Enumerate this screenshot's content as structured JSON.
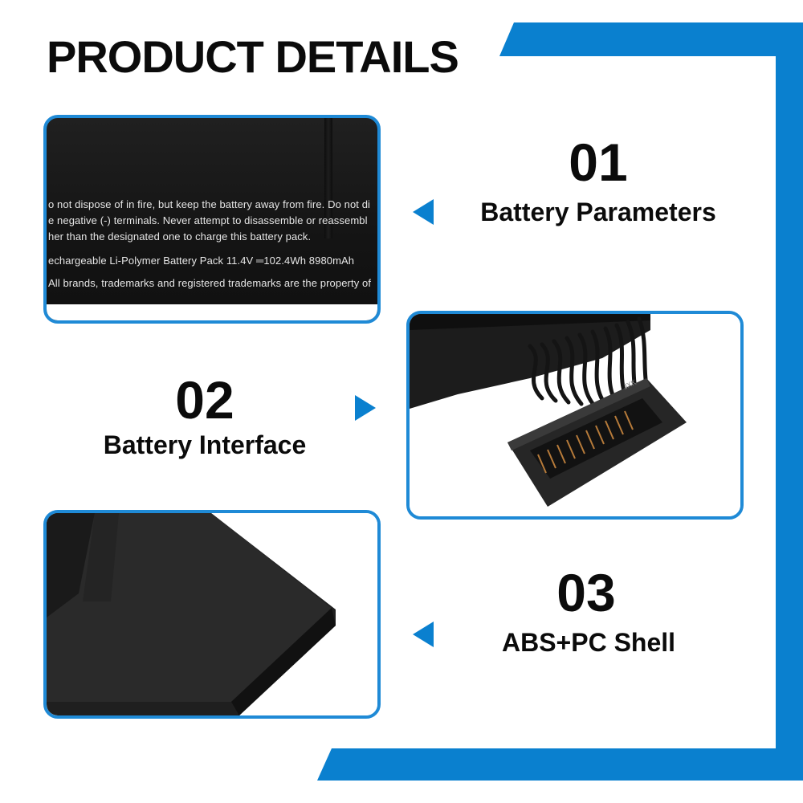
{
  "heading": "PRODUCT DETAILS",
  "colors": {
    "accent": "#0a80cf",
    "panel_border": "#1f8ad6",
    "battery": "#1a1a1a"
  },
  "features": [
    {
      "number": "01",
      "label": "Battery Parameters"
    },
    {
      "number": "02",
      "label": "Battery Interface"
    },
    {
      "number": "03",
      "label": "ABS+PC Shell"
    }
  ],
  "battery_label_lines": [
    "o not dispose of in fire, but keep the battery away from fire. Do not di",
    "e negative (-) terminals. Never attempt to disassemble or reassembl",
    "her than the designated one to charge this battery pack.",
    "echargeable Li-Polymer Battery Pack 11.4V ═102.4Wh 8980mAh",
    "All brands, trademarks and registered trademarks are the property of"
  ],
  "connector_marking": "JXK"
}
